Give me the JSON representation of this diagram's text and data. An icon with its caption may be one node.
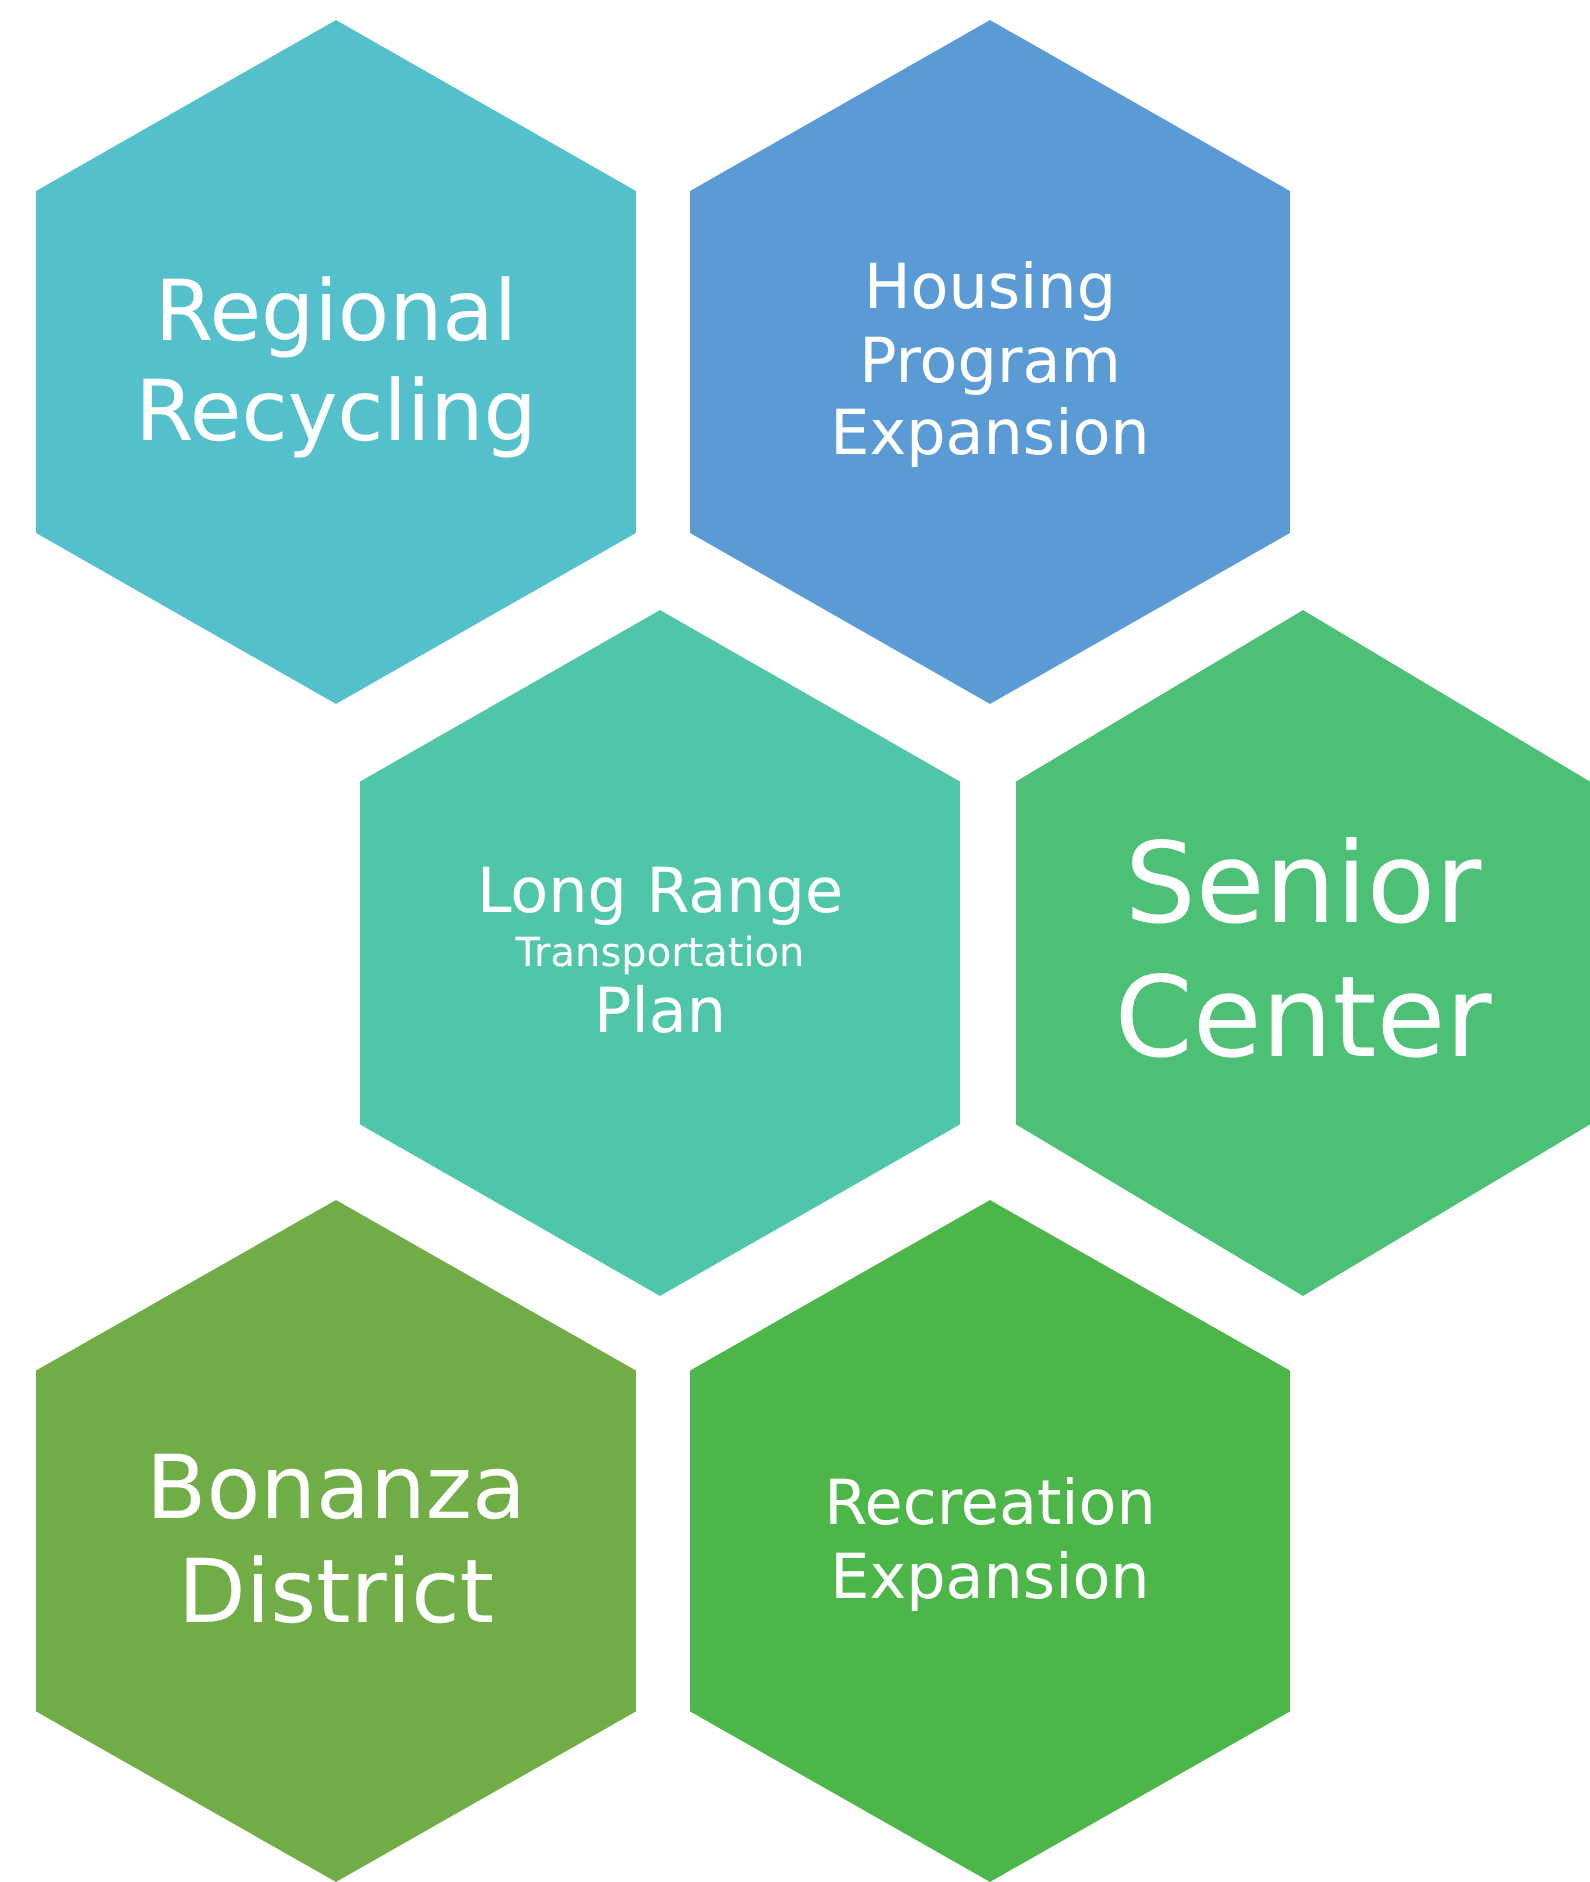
{
  "diagram": {
    "nodes": [
      {
        "text": [
          "Regional Recycling"
        ]
      },
      {
        "text": [
          "Housing Program Expansion"
        ]
      },
      {
        "text": [
          "Long Range",
          "Transportation",
          "Plan"
        ]
      },
      {
        "text": [
          "Senior Center"
        ]
      },
      {
        "text": [
          "Bonanza District"
        ]
      },
      {
        "text": [
          "Recreation Expansion"
        ]
      }
    ]
  }
}
